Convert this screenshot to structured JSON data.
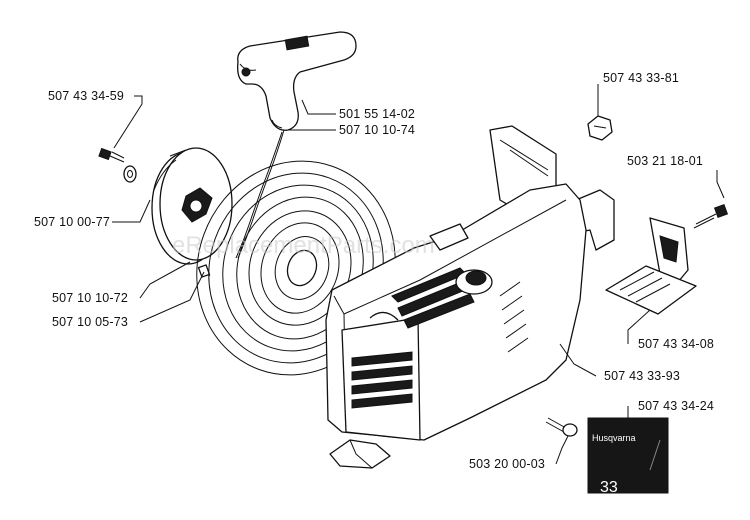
{
  "watermark": "eReplacementParts.com",
  "decal": {
    "brand": "Husqvarna",
    "model": "33"
  },
  "parts": [
    {
      "id": "p1",
      "number": "507 43 34-59"
    },
    {
      "id": "p2",
      "number": "501 55 14-02"
    },
    {
      "id": "p3",
      "number": "507 10 10-74"
    },
    {
      "id": "p4",
      "number": "507 43 33-81"
    },
    {
      "id": "p5",
      "number": "503 21 18-01"
    },
    {
      "id": "p6",
      "number": "507 10 00-77"
    },
    {
      "id": "p7",
      "number": "507 10 10-72"
    },
    {
      "id": "p8",
      "number": "507 10 05-73"
    },
    {
      "id": "p9",
      "number": "507 43 34-08"
    },
    {
      "id": "p10",
      "number": "507 43 33-93"
    },
    {
      "id": "p11",
      "number": "507 43 34-24"
    },
    {
      "id": "p12",
      "number": "503 20 00-03"
    }
  ]
}
